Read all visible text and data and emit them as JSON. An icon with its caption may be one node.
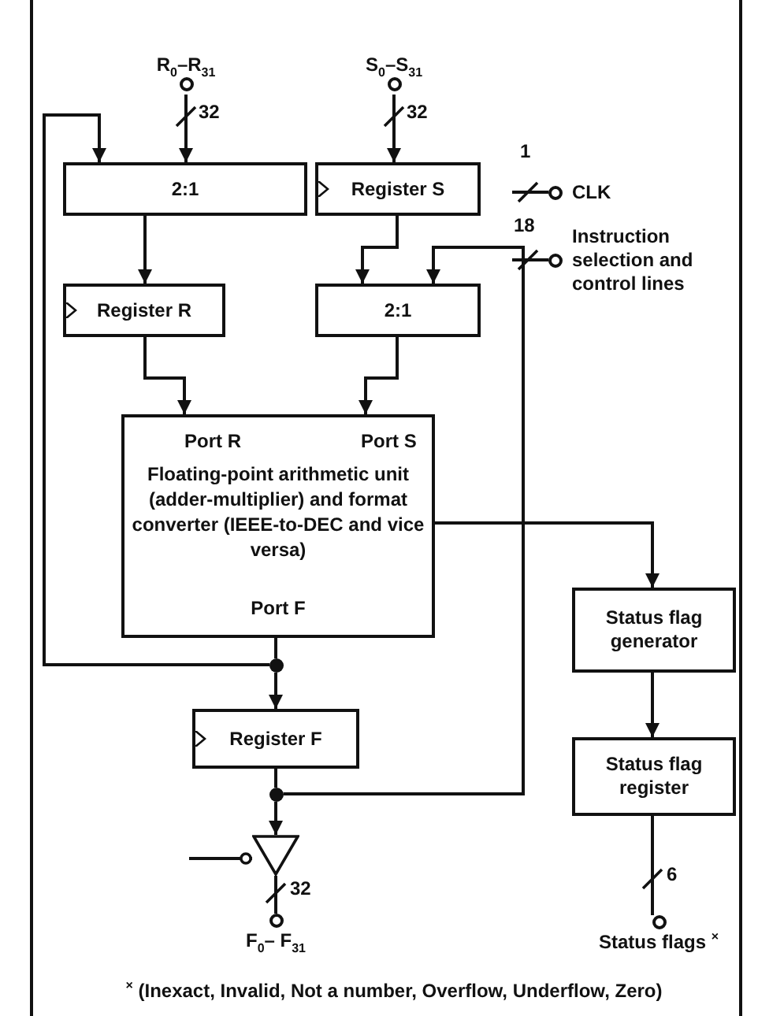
{
  "diagram": {
    "nodes": [
      {
        "text": [
          "R$_{0}$–R$_{31}$"
        ]
      },
      {
        "text": [
          "S$_{0}$–S$_{31}$"
        ]
      },
      {
        "text": [
          "2:1"
        ]
      },
      {
        "text": [
          "Register S"
        ]
      },
      {
        "text": [
          "Register R"
        ]
      },
      {
        "text": [
          "2:1"
        ]
      },
      {
        "text": [
          "Port R",
          "Port S",
          "Floating-point arithmetic unit (adder-multiplier) and format converter (IEEE-to-DEC and vice versa)",
          "Port F"
        ]
      },
      {
        "text": [
          "Status flag generator"
        ]
      },
      {
        "text": [
          "Register F"
        ]
      },
      {
        "text": [
          "Status flag register"
        ]
      },
      {
        "text": [],
        "shape": "triangle"
      },
      {
        "text": [
          "F$_{0}$– F$_{31}$"
        ]
      },
      {
        "text": [
          "Status flags $^{×}$"
        ]
      },
      {
        "text": [],
        "shape": "dot"
      },
      {
        "text": [],
        "shape": "dot"
      },
      {
        "text": [
          "CLK"
        ]
      },
      {
        "text": [
          "Instruction selection and control lines"
        ]
      }
    ],
    "edges": [
      {
        "from": 0,
        "to": 2,
        "arrow": "to",
        "label": "32"
      },
      {
        "from": 1,
        "to": 3,
        "arrow": "to",
        "label": "32"
      },
      {
        "from": 2,
        "to": 4,
        "arrow": "to"
      },
      {
        "from": 3,
        "to": 5,
        "arrow": "to"
      },
      {
        "from": 4,
        "to": 6,
        "arrow": "to"
      },
      {
        "from": 5,
        "to": 6,
        "arrow": "to"
      },
      {
        "from": 6,
        "to": 13,
        "arrow": "none"
      },
      {
        "from": 13,
        "to": 8,
        "arrow": "to"
      },
      {
        "from": 13,
        "to": 2,
        "arrow": "to"
      },
      {
        "from": 8,
        "to": 14,
        "arrow": "none"
      },
      {
        "from": 14,
        "to": 10,
        "arrow": "to"
      },
      {
        "from": 14,
        "to": 5,
        "arrow": "to"
      },
      {
        "from": 6,
        "to": 7,
        "arrow": "to"
      },
      {
        "from": 7,
        "to": 9,
        "arrow": "to"
      },
      {
        "from": 10,
        "to": 11,
        "arrow": "none",
        "label": "32"
      },
      {
        "from": 9,
        "to": 12,
        "arrow": "none",
        "label": "6"
      },
      {
        "from": null,
        "to": 10,
        "arrow": "other"
      },
      {
        "from": null,
        "to": 15,
        "arrow": "none",
        "label": "1"
      },
      {
        "from": null,
        "to": 16,
        "arrow": "none",
        "label": "18"
      }
    ],
    "labels": [
      "$^{×}$ (Inexact, Invalid, Not a number, Overflow, Underflow, Zero)"
    ]
  }
}
